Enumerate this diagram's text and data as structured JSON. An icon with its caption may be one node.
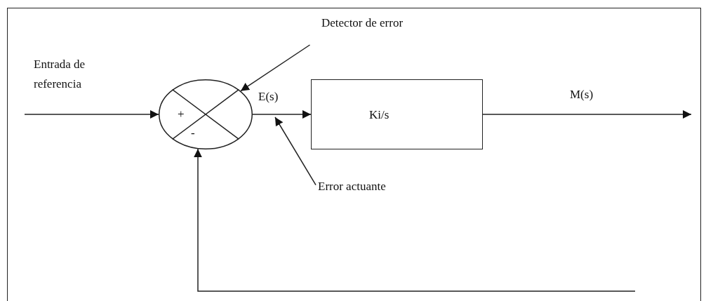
{
  "diagram": {
    "nodes": [
      {
        "text": [
          "+",
          "-"
        ]
      },
      {
        "text": [
          "Ki/s"
        ]
      },
      {
        "text": [
          "Detector de error"
        ]
      },
      {
        "text": [
          "Error actuante"
        ]
      }
    ],
    "edges": [
      {
        "from": null,
        "to": 0,
        "arrow": "to",
        "label": "Entrada de referencia"
      },
      {
        "from": 0,
        "to": 1,
        "arrow": "to",
        "label": "E(s)"
      },
      {
        "from": 1,
        "to": null,
        "arrow": "to",
        "label": "M(s)"
      },
      {
        "from": null,
        "to": 0,
        "arrow": "to"
      },
      {
        "from": 2,
        "to": 0,
        "arrow": "to"
      },
      {
        "from": 3,
        "to": null,
        "arrow": "to"
      }
    ]
  }
}
